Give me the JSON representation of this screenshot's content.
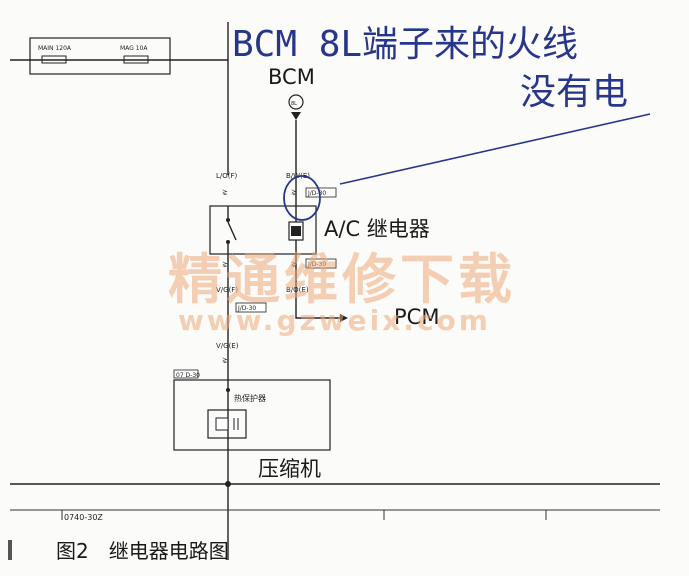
{
  "annotation": {
    "line1": "BCM 8L端子来的火线",
    "line2": "没有电"
  },
  "fuses": {
    "main": "MAIN 120A",
    "mag": "MAG 10A"
  },
  "bcm": {
    "label": "BCM",
    "pin": "8L"
  },
  "wires": {
    "left_top": "L/O(F)",
    "right_top": "B/W(E)",
    "left_mid": "V/G(F)",
    "right_mid": "B/O(E)",
    "left_low": "V/G(E)"
  },
  "connectors": {
    "c1": "J/D-30",
    "c2": "J/D-30",
    "c3": "J/D-30",
    "c4": "07 D-30"
  },
  "relay": {
    "label": "A/C 继电器"
  },
  "pcm": {
    "label": "PCM"
  },
  "thermal": {
    "label": "热保护器"
  },
  "compressor": {
    "label": "压缩机"
  },
  "page_ref": "0740-30Z",
  "watermark": {
    "cn": "精通维修下载",
    "url": "www.gzweix.com"
  },
  "caption": "图2　继电器电路图",
  "colors": {
    "annotation": "#27368a",
    "watermark": "#ecaa78"
  }
}
